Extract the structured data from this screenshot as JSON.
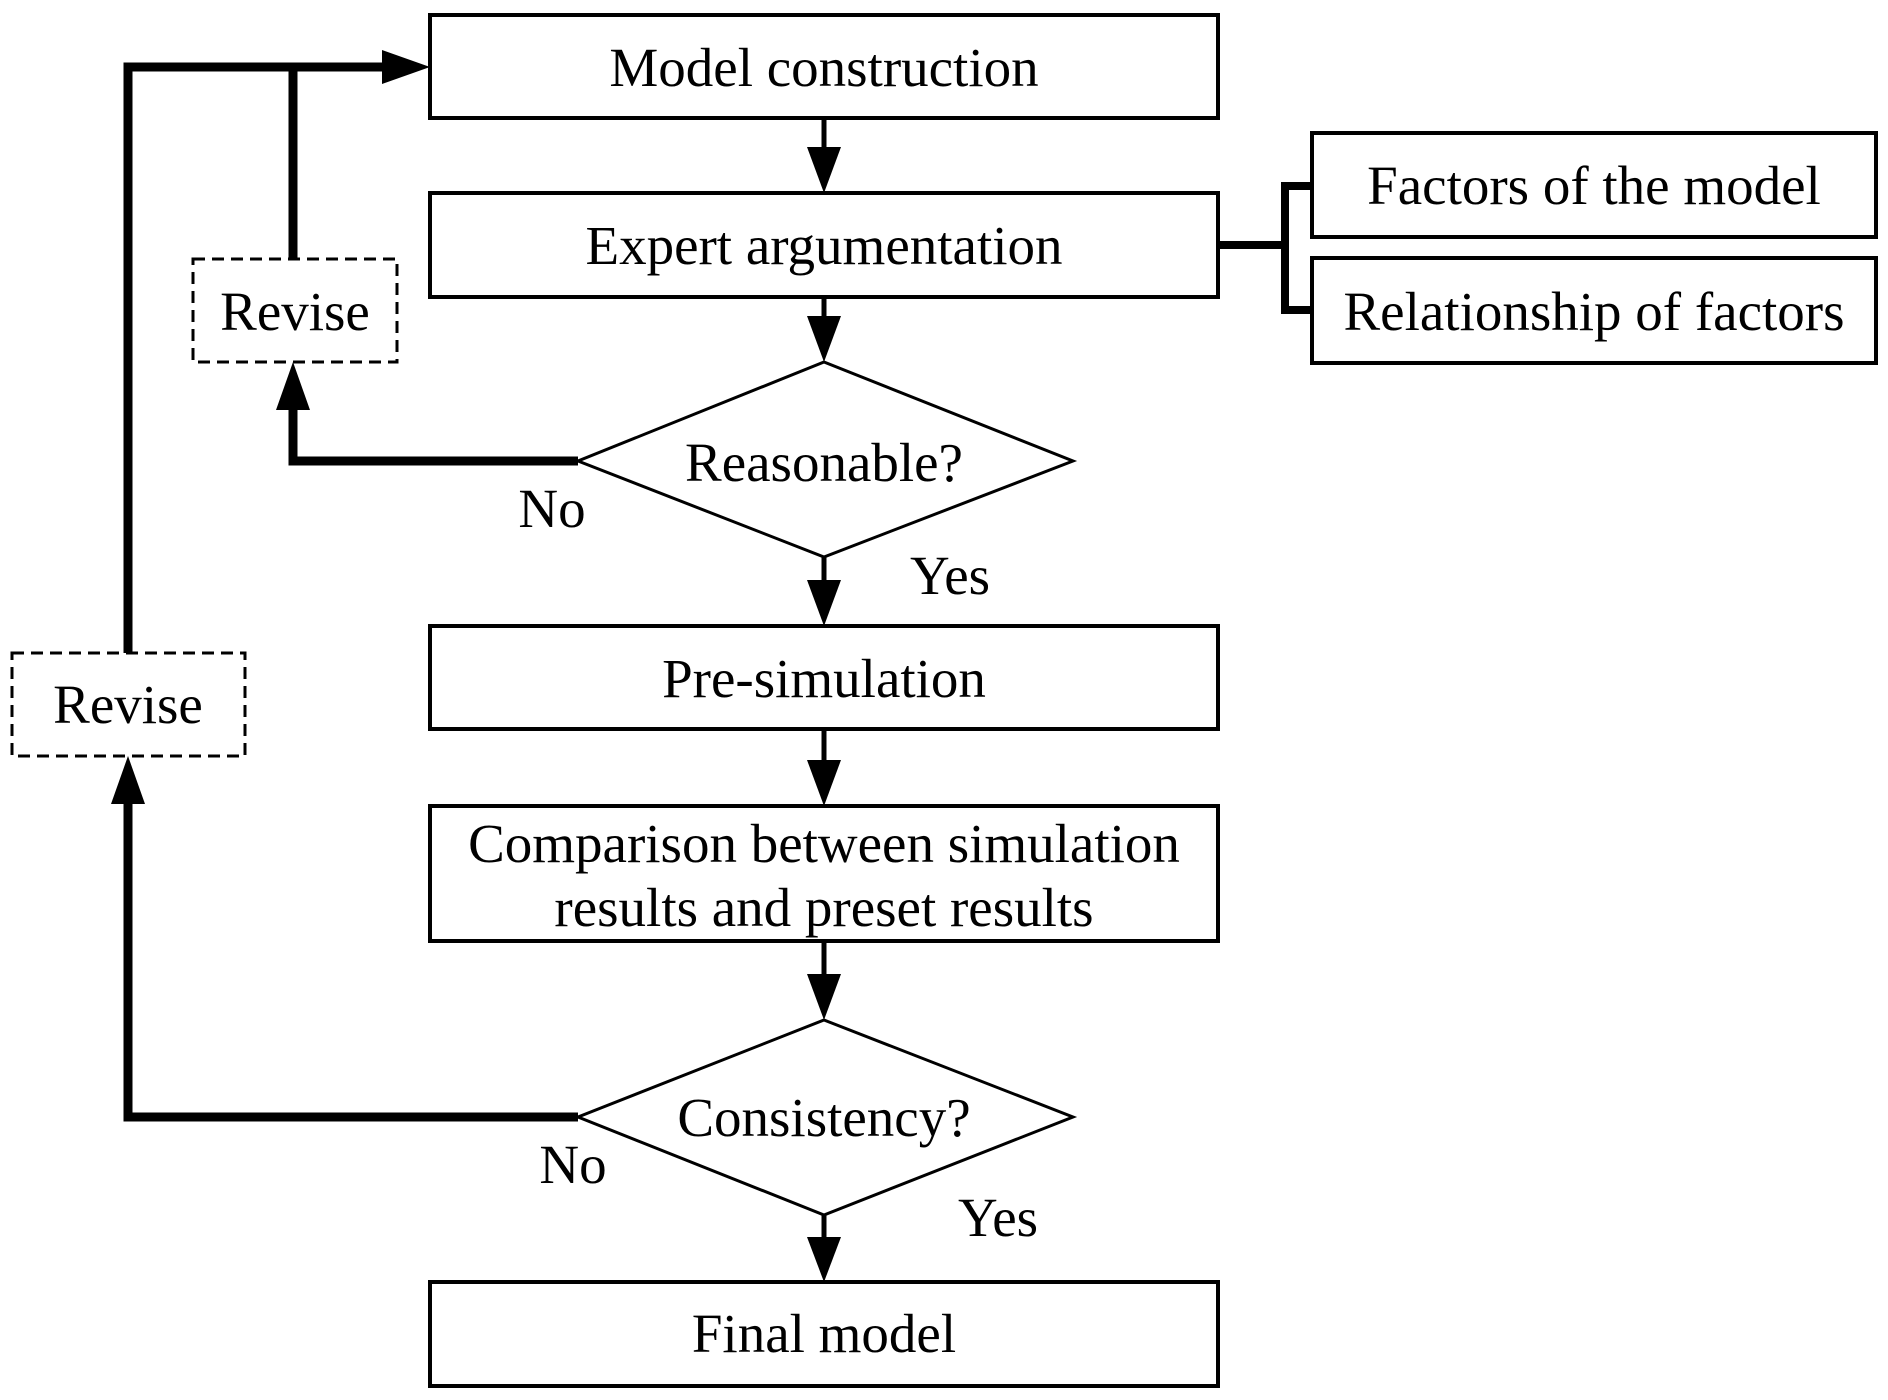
{
  "nodes": {
    "model_construction": {
      "label": "Model construction"
    },
    "expert_argumentation": {
      "label": "Expert argumentation"
    },
    "factors_of_the_model": {
      "label": "Factors of the model"
    },
    "relationship_of_factors": {
      "label": "Relationship of factors"
    },
    "reasonable_decision": {
      "label": "Reasonable?"
    },
    "revise_upper": {
      "label": "Revise"
    },
    "revise_lower": {
      "label": "Revise"
    },
    "pre_simulation": {
      "label": "Pre-simulation"
    },
    "comparison": {
      "line1": "Comparison between simulation",
      "line2": "results and preset results"
    },
    "consistency_decision": {
      "label": "Consistency?"
    },
    "final_model": {
      "label": "Final model"
    }
  },
  "edge_labels": {
    "reasonable_no": "No",
    "reasonable_yes": "Yes",
    "consistency_no": "No",
    "consistency_yes": "Yes"
  },
  "colors": {
    "stroke": "#000000",
    "fill": "#ffffff",
    "background": "#ffffff"
  }
}
